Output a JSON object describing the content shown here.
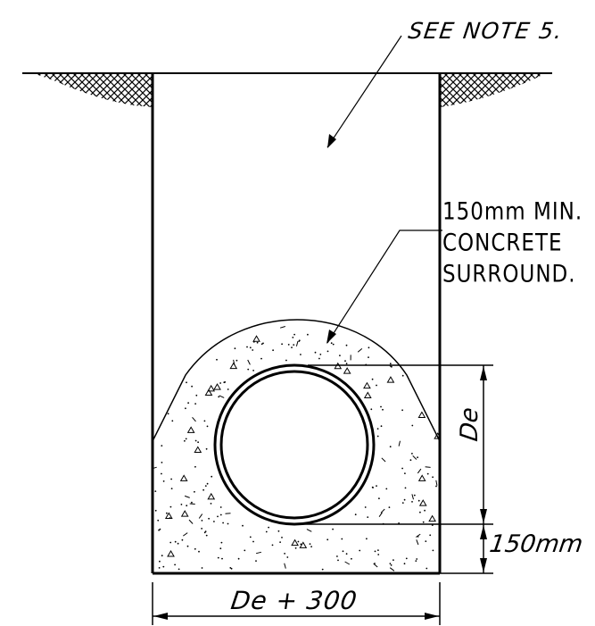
{
  "labels": {
    "note": "SEE NOTE 5.",
    "surround_line1": "150mm MIN.",
    "surround_line2": "CONCRETE",
    "surround_line3": "SURROUND.",
    "dim_pipe_dia": "De",
    "dim_bedding": "150mm",
    "dim_trench_width": "De + 300"
  },
  "colors": {
    "line": "#000000",
    "background": "#ffffff"
  }
}
